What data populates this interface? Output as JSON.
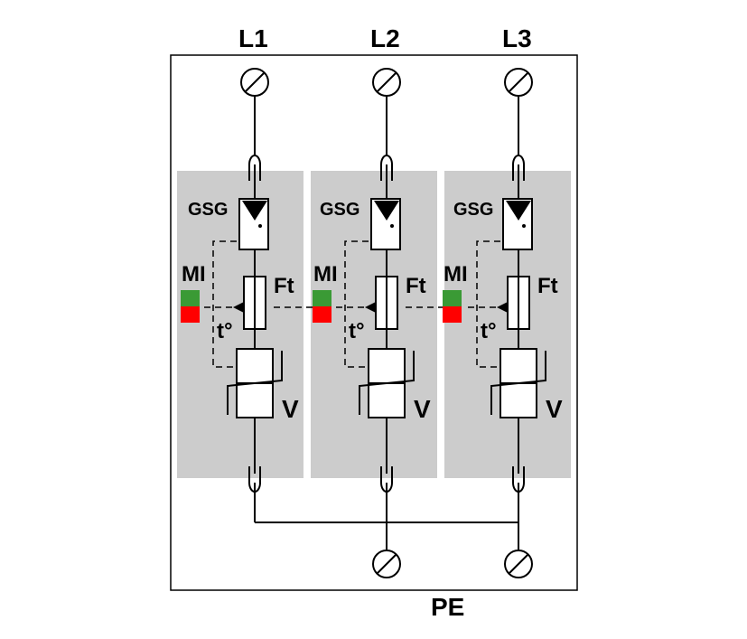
{
  "phases": [
    {
      "label": "L1",
      "gsg_label": "GSG",
      "mi_label": "MI",
      "ft_label": "Ft",
      "t_label": "t°",
      "v_label": "V"
    },
    {
      "label": "L2",
      "gsg_label": "GSG",
      "mi_label": "MI",
      "ft_label": "Ft",
      "t_label": "t°",
      "v_label": "V"
    },
    {
      "label": "L3",
      "gsg_label": "GSG",
      "mi_label": "MI",
      "ft_label": "Ft",
      "t_label": "t°",
      "v_label": "V"
    }
  ],
  "pe_label": "PE",
  "colors": {
    "module_fill": "#cccccc",
    "indicator_ok": "#3a9a35",
    "indicator_fault": "#ff0000",
    "line": "#000000"
  }
}
